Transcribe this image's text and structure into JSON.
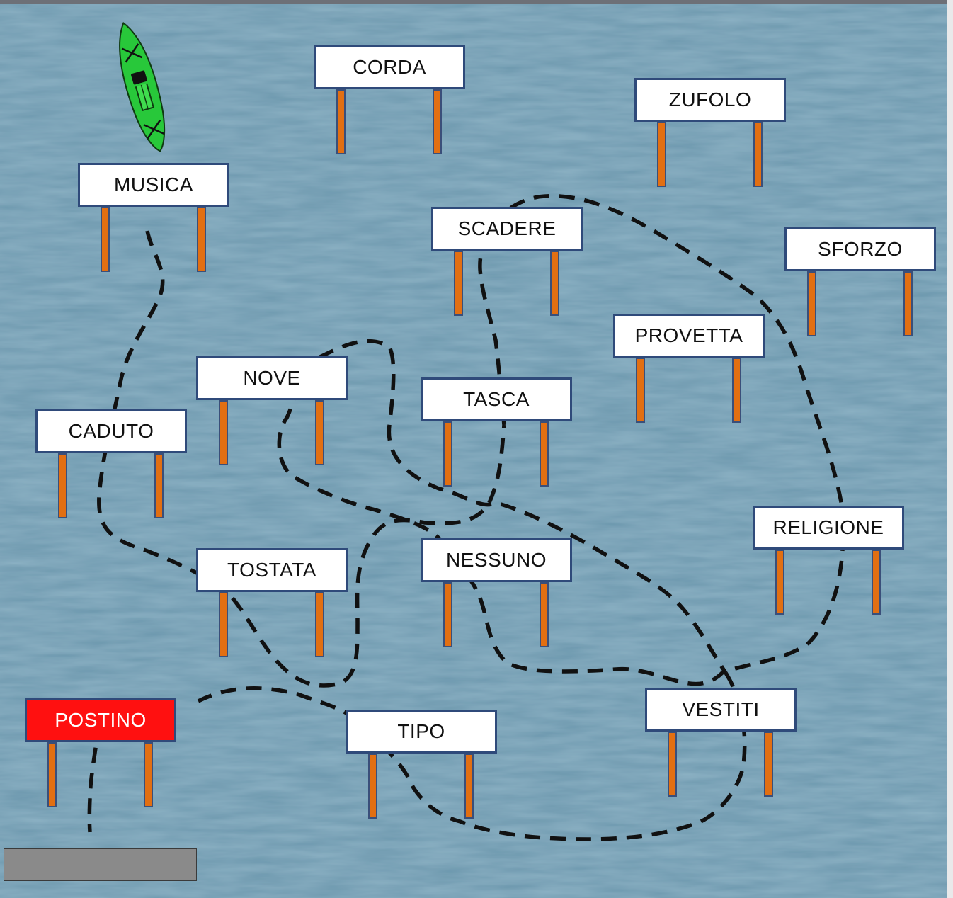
{
  "colors": {
    "sea": "#6b97ad",
    "board": "#ffffff",
    "board_border": "#2f4a7a",
    "post": "#e26f12",
    "start_board": "#ff1010",
    "path": "#111111",
    "kayak": "#28c83a",
    "dock": "#8a8a8a"
  },
  "signs": [
    {
      "id": "corda",
      "label": "CORDA"
    },
    {
      "id": "zufolo",
      "label": "ZUFOLO"
    },
    {
      "id": "musica",
      "label": "MUSICA"
    },
    {
      "id": "scadere",
      "label": "SCADERE"
    },
    {
      "id": "sforzo",
      "label": "SFORZO"
    },
    {
      "id": "provetta",
      "label": "PROVETTA"
    },
    {
      "id": "nove",
      "label": "NOVE"
    },
    {
      "id": "tasca",
      "label": "TASCA"
    },
    {
      "id": "caduto",
      "label": "CADUTO"
    },
    {
      "id": "religione",
      "label": "RELIGIONE"
    },
    {
      "id": "tostata",
      "label": "TOSTATA"
    },
    {
      "id": "nessuno",
      "label": "NESSUNO"
    },
    {
      "id": "vestiti",
      "label": "VESTITI"
    },
    {
      "id": "postino",
      "label": "POSTINO",
      "highlight": true
    },
    {
      "id": "tipo",
      "label": "TIPO"
    }
  ],
  "icons": {
    "kayak": "kayak-icon",
    "dock": "dock"
  }
}
